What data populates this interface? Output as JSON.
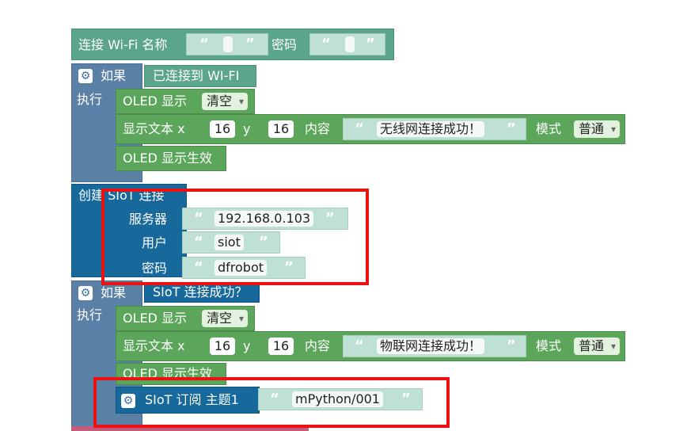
{
  "wifi": {
    "label": "连接 Wi-Fi 名称",
    "password_label": "密码",
    "ssid": "",
    "password": ""
  },
  "if1": {
    "if_label": "如果",
    "condition": "已连接到 WI-FI",
    "do_label": "执行",
    "oled_show": "OLED 显示",
    "clear_option": "清空",
    "text_label": "显示文本 x",
    "x": "16",
    "y_label": "y",
    "y": "16",
    "content_label": "内容",
    "content": "无线网连接成功！",
    "mode_label": "模式",
    "mode": "普通",
    "oled_apply": "OLED 显示生效"
  },
  "siot": {
    "create_label": "创建 SIoT 连接",
    "server_label": "服务器",
    "server": "192.168.0.103",
    "user_label": "用户",
    "user": "siot",
    "password_label": "密码",
    "password": "dfrobot"
  },
  "if2": {
    "if_label": "如果",
    "condition": "SIoT 连接成功？",
    "do_label": "执行",
    "oled_show": "OLED 显示",
    "clear_option": "清空",
    "text_label": "显示文本 x",
    "x": "16",
    "y_label": "y",
    "y": "16",
    "content_label": "内容",
    "content": "物联网连接成功！",
    "mode_label": "模式",
    "mode": "普通",
    "oled_apply": "OLED 显示生效",
    "subscribe_label": "SIoT 订阅 主题1",
    "topic": "mPython/001"
  },
  "quote_open": "“",
  "quote_close": "”",
  "colors": {
    "logic": "#5b80a5",
    "display": "#5ca65c",
    "text": "#5ba58c",
    "siot": "#17689b",
    "highlight": "#ee1111"
  }
}
